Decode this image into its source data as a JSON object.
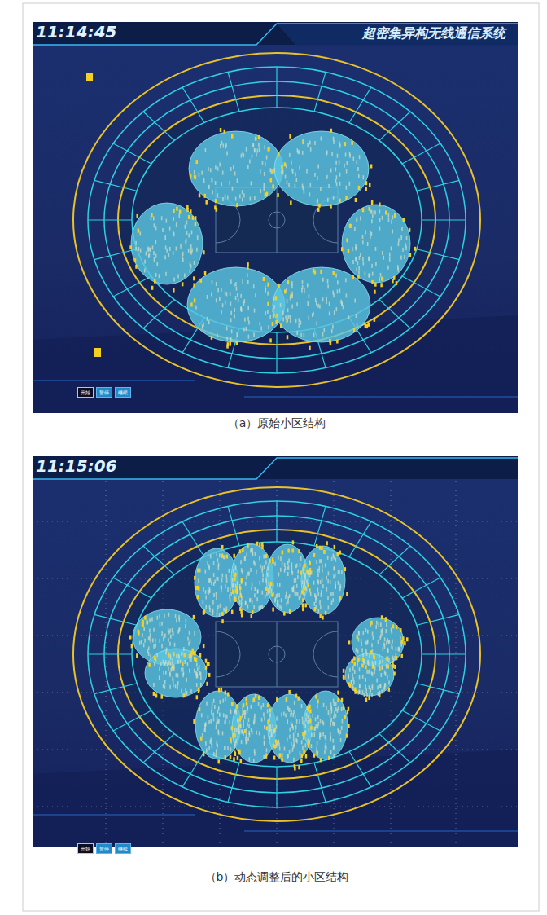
{
  "diagram": {
    "nodes": [
      {
        "text": [
          "开始"
        ]
      },
      {
        "text": [
          "暂停"
        ]
      },
      {
        "text": [
          "继续"
        ]
      },
      {
        "text": [
          "开始"
        ]
      },
      {
        "text": [
          "暂停"
        ]
      },
      {
        "text": [
          "继续"
        ]
      }
    ],
    "labels": [
      "11:14:45",
      "超密集异构无线通信系统",
      "（a）原始小区结构",
      "11:15:06",
      "（b）动态调整后的小区结构"
    ]
  }
}
